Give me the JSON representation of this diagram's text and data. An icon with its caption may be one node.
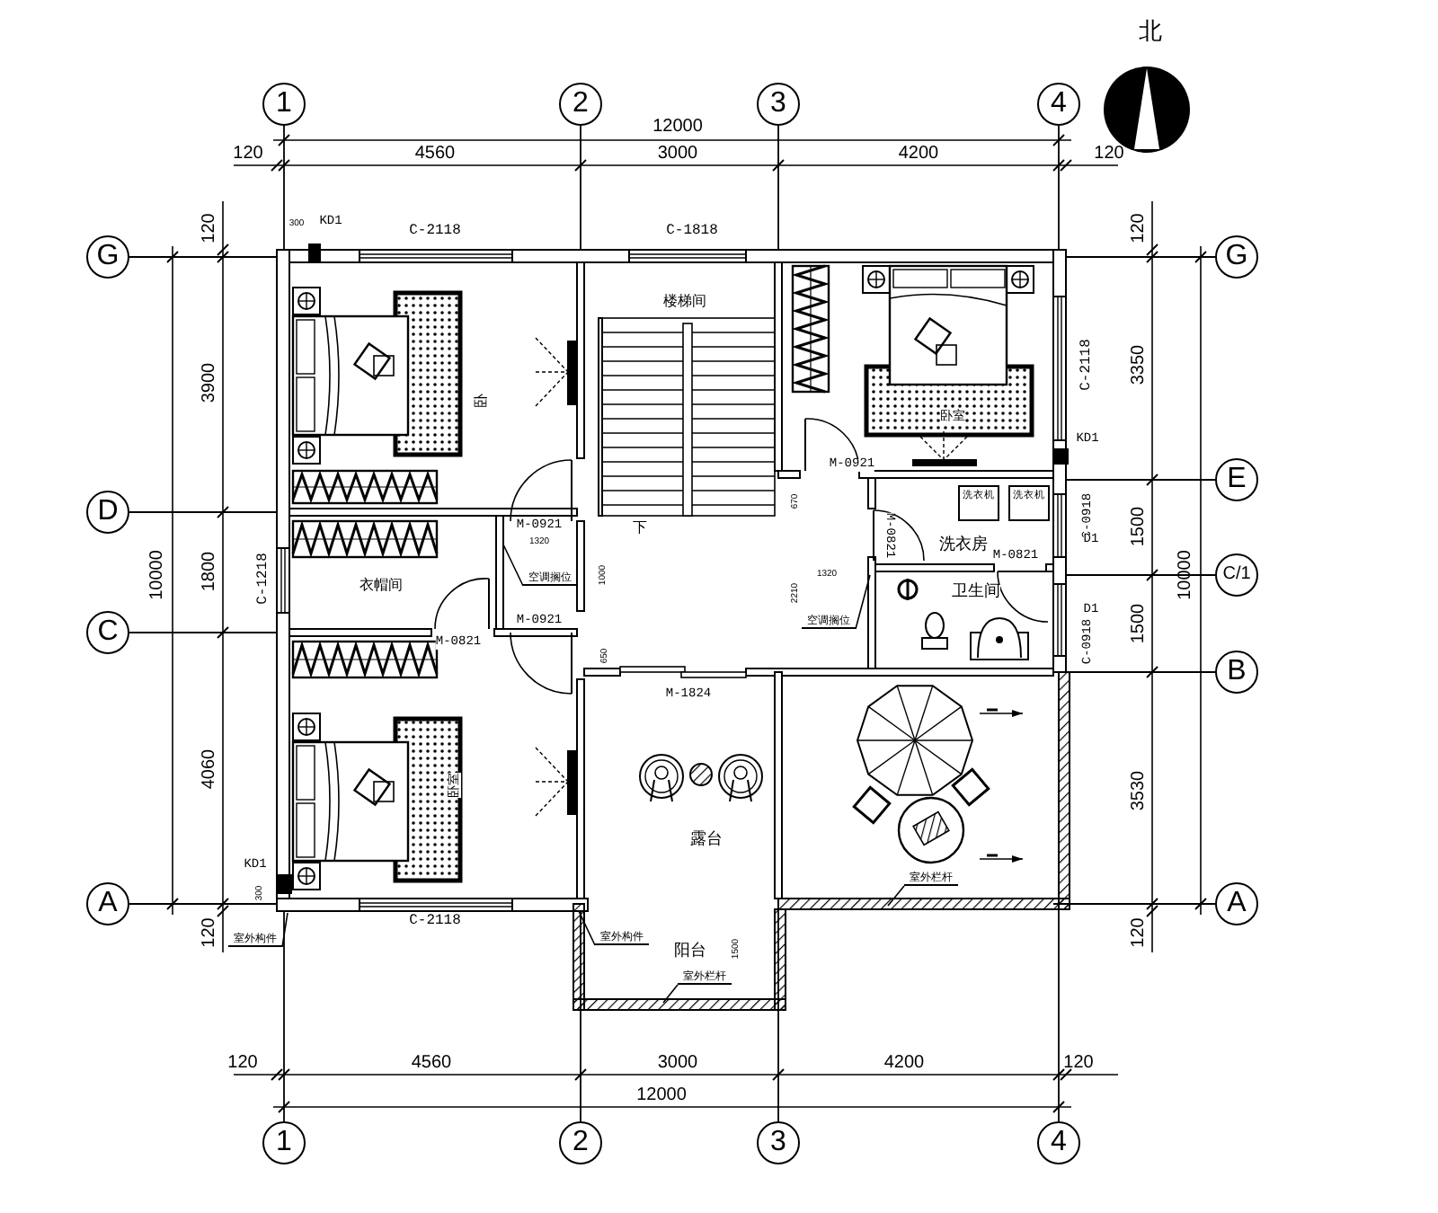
{
  "diagram": {
    "nodes": [
      {
        "text": [
          "1"
        ]
      },
      {
        "text": [
          "2"
        ]
      },
      {
        "text": [
          "3"
        ]
      },
      {
        "text": [
          "4"
        ]
      },
      {
        "text": [
          "G"
        ]
      },
      {
        "text": [
          "G"
        ]
      },
      {
        "text": [
          "E"
        ]
      },
      {
        "text": [
          "洗衣机"
        ]
      },
      {
        "text": [
          "洗衣机"
        ]
      },
      {
        "text": [
          "D"
        ]
      },
      {
        "text": [
          "C/1"
        ]
      },
      {
        "text": [
          "空调搁位"
        ]
      },
      {
        "text": [
          "C"
        ]
      },
      {
        "text": [
          "空调搁位"
        ]
      },
      {
        "text": [
          "B"
        ]
      },
      {
        "text": [
          "室外栏杆"
        ]
      },
      {
        "text": [
          "A"
        ]
      },
      {
        "text": [
          "A"
        ]
      },
      {
        "text": [
          "室外构件"
        ]
      },
      {
        "text": [
          "室外构件"
        ]
      },
      {
        "text": [
          "室外栏杆"
        ]
      },
      {
        "text": [
          "1"
        ]
      },
      {
        "text": [
          "2"
        ]
      },
      {
        "text": [
          "3"
        ]
      },
      {
        "text": [
          "4"
        ]
      }
    ],
    "edges": [
      {
        "from": 11,
        "to": null,
        "arrow": "none"
      },
      {
        "from": 13,
        "to": null,
        "arrow": "none"
      },
      {
        "from": 15,
        "to": null,
        "arrow": "none"
      },
      {
        "from": 18,
        "to": null,
        "arrow": "none"
      },
      {
        "from": 19,
        "to": null,
        "arrow": "none"
      },
      {
        "from": 20,
        "to": null,
        "arrow": "none"
      }
    ],
    "labels": [
      "北",
      "12000",
      "120",
      "4560",
      "3000",
      "4200",
      "120",
      "300",
      "KD1",
      "120",
      "C-2118",
      "C-1818",
      "120",
      "楼梯间",
      "3900",
      "卧",
      "卧室",
      "C-2118",
      "3350",
      "KD1",
      "M-0921",
      "670",
      "洗衣房",
      "C-0918",
      "1500",
      "M-0921",
      "1320",
      "下",
      "D1",
      "M-0821",
      "1800",
      "C-1218",
      "衣帽间",
      "10000",
      "10000",
      "1000",
      "1320",
      "M-0821",
      "2210",
      "卫生间",
      "D1",
      "1500",
      "M-0921",
      "C-0918",
      "M-0821",
      "650",
      "M-1824",
      "卧室",
      "4060",
      "3530",
      "露台",
      "KD1",
      "300",
      "C-2118",
      "120",
      "120",
      "阳台",
      "1500",
      "120",
      "4560",
      "3000",
      "4200",
      "120",
      "12000"
    ]
  }
}
